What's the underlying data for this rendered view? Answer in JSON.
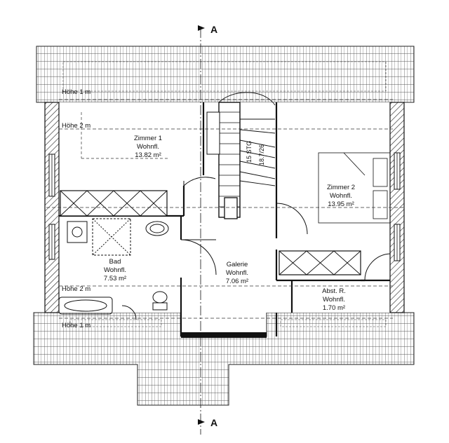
{
  "section_marker": "A",
  "rooms": [
    {
      "name": "Zimmer 1",
      "type": "Wohnfl.",
      "area": "13.82 m²"
    },
    {
      "name": "Zimmer 2",
      "type": "Wohnfl.",
      "area": "13.95 m²"
    },
    {
      "name": "Bad",
      "type": "Wohnfl.",
      "area": "7.53 m²"
    },
    {
      "name": "Galerie",
      "type": "Wohnfl.",
      "area": "7.06 m²"
    },
    {
      "name": "Abst. R.",
      "type": "Wohnfl.",
      "area": "1.70 m²"
    }
  ],
  "height_labels": [
    "Höhe 1 m",
    "Höhe 2 m",
    "Höhe 2 m",
    "Höhe 1 m"
  ],
  "stair": {
    "steps": "15 STG",
    "rise": "18.7/26"
  }
}
